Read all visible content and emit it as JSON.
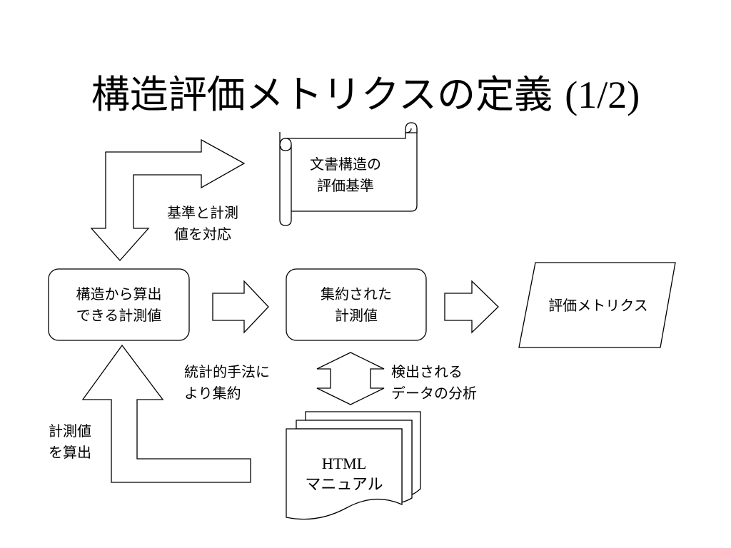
{
  "title": {
    "main": "構造評価メトリクスの定義",
    "suffix": "(1/2)"
  },
  "nodes": {
    "criteria": [
      "文書構造の",
      "評価基準"
    ],
    "measurable": [
      "構造から算出",
      "できる計測値"
    ],
    "aggregated": [
      "集約された",
      "計測値"
    ],
    "metrics": "評価メトリクス",
    "manual": [
      "HTML",
      "マニュアル"
    ]
  },
  "labels": {
    "map": [
      "基準と計測",
      "値を対応"
    ],
    "stat": [
      "統計的手法に",
      "より集約"
    ],
    "detect": [
      "検出される",
      "データの分析"
    ],
    "compute": [
      "計測値",
      "を算出"
    ]
  }
}
